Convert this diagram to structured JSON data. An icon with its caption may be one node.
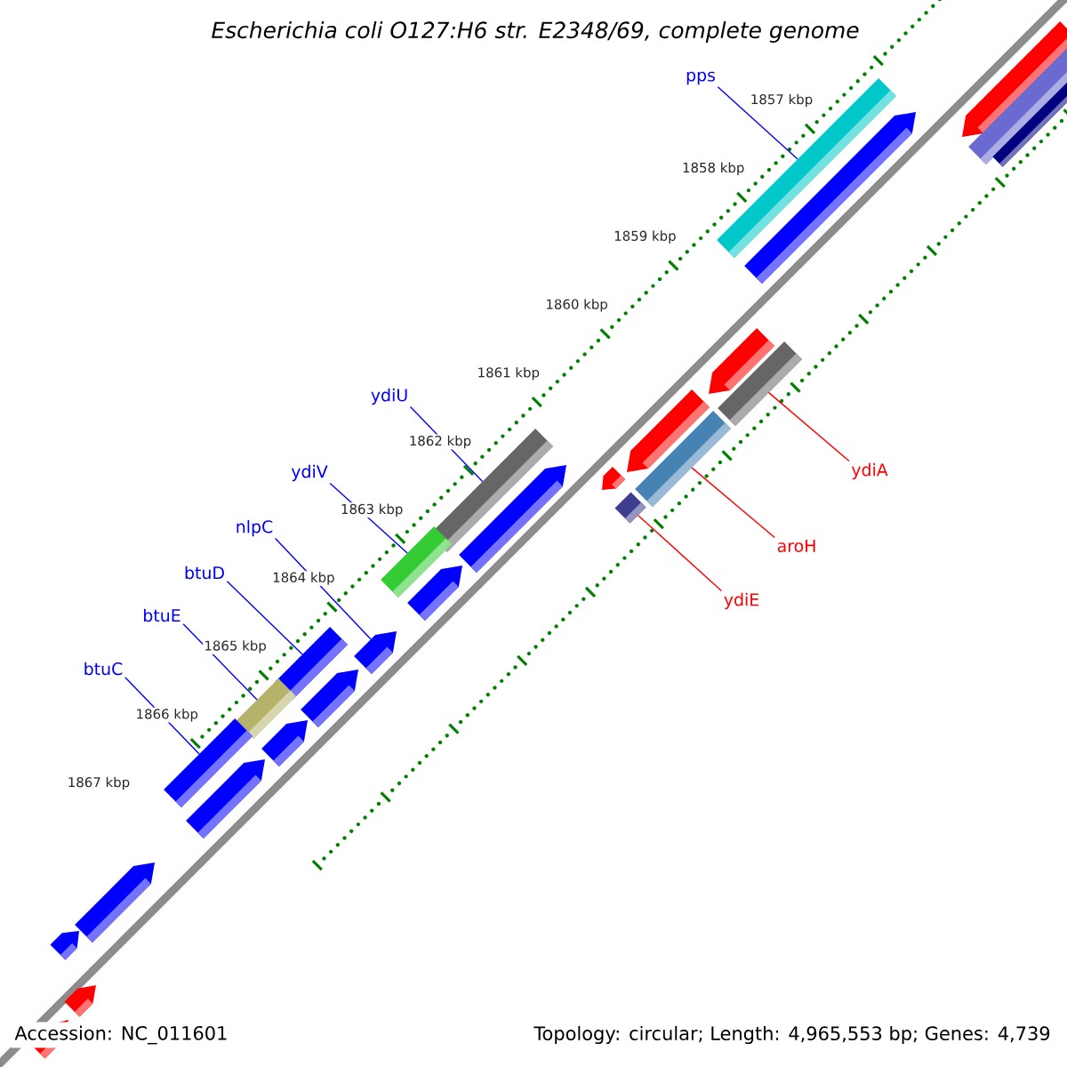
{
  "diagram": {
    "title": "Escherichia coli O127:H6 str. E2348/69, complete genome",
    "nodes": [
      {
        "text": [
          "pps"
        ]
      },
      {
        "text": [
          "ydiU"
        ]
      },
      {
        "text": [
          "ydiV"
        ]
      },
      {
        "text": [
          "nlpC"
        ]
      },
      {
        "text": [
          "btuD"
        ]
      },
      {
        "text": [
          "btuE"
        ]
      },
      {
        "text": [
          "btuC"
        ]
      },
      {
        "text": [
          "ydiA"
        ]
      },
      {
        "text": [
          "aroH"
        ]
      },
      {
        "text": [
          "ydiE"
        ]
      },
      {
        "text": [],
        "shape": "arrow"
      },
      {
        "text": [],
        "shape": "bar"
      },
      {
        "text": [],
        "shape": "bar"
      },
      {
        "text": [],
        "shape": "bar"
      },
      {
        "text": [],
        "shape": "arrow"
      },
      {
        "text": [],
        "shape": "arrow"
      },
      {
        "text": [],
        "shape": "bar"
      },
      {
        "text": [],
        "shape": "arrow"
      },
      {
        "text": [],
        "shape": "bar"
      },
      {
        "text": [],
        "shape": "bar"
      },
      {
        "text": [],
        "shape": "arrow"
      },
      {
        "text": [],
        "shape": "arrow"
      },
      {
        "text": [],
        "shape": "bar"
      },
      {
        "text": [],
        "shape": "bar"
      },
      {
        "text": [],
        "shape": "arrow"
      },
      {
        "text": [],
        "shape": "arrow"
      },
      {
        "text": [],
        "shape": "bar"
      },
      {
        "text": [],
        "shape": "arrow"
      },
      {
        "text": [],
        "shape": "bar"
      },
      {
        "text": [],
        "shape": "arrow"
      },
      {
        "text": [],
        "shape": "bar"
      },
      {
        "text": [],
        "shape": "arrow"
      },
      {
        "text": [],
        "shape": "arrow"
      },
      {
        "text": [],
        "shape": "arrow"
      },
      {
        "text": [],
        "shape": "arrow"
      },
      {
        "text": [],
        "shape": "arrow"
      }
    ],
    "edges": [
      {
        "from": 0,
        "to": 13,
        "arrow": "none"
      },
      {
        "from": 1,
        "to": 19,
        "arrow": "none"
      },
      {
        "from": 2,
        "to": 23,
        "arrow": "none"
      },
      {
        "from": 3,
        "to": 25,
        "arrow": "none"
      },
      {
        "from": 4,
        "to": 26,
        "arrow": "none"
      },
      {
        "from": 5,
        "to": 28,
        "arrow": "none"
      },
      {
        "from": 6,
        "to": 30,
        "arrow": "none"
      },
      {
        "from": 7,
        "to": 16,
        "arrow": "none",
        "color": "#ff0000"
      },
      {
        "from": 8,
        "to": 18,
        "arrow": "none",
        "color": "#ff0000"
      },
      {
        "from": 9,
        "to": 22,
        "arrow": "none",
        "color": "#ff0000"
      }
    ],
    "labels": [
      "1857 kbp",
      "1858 kbp",
      "1859 kbp",
      "1860 kbp",
      "1861 kbp",
      "1862 kbp",
      "1863 kbp",
      "1864 kbp",
      "1865 kbp",
      "1866 kbp",
      "1867 kbp",
      "Accession: NC_011601",
      "Topology: circular; Length: 4,965,553 bp; Genes: 4,739"
    ]
  }
}
